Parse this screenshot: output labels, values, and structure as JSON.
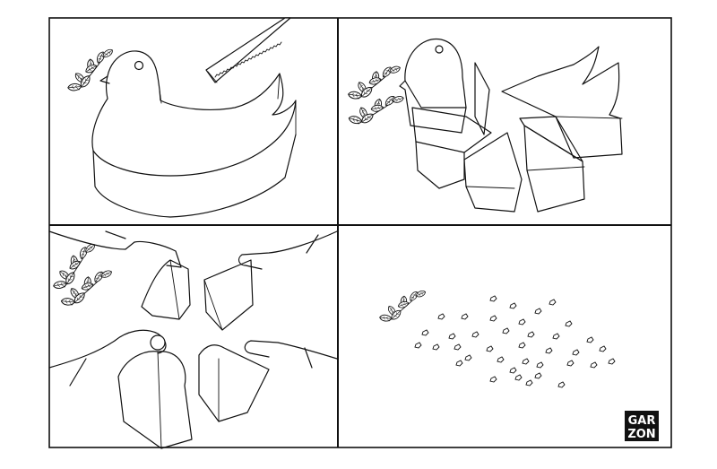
{
  "comic": {
    "panel_count": 4,
    "signature": {
      "line1": "GAR",
      "line2": "ZON"
    },
    "colors": {
      "ink": "#111111",
      "paper": "#ffffff"
    }
  }
}
